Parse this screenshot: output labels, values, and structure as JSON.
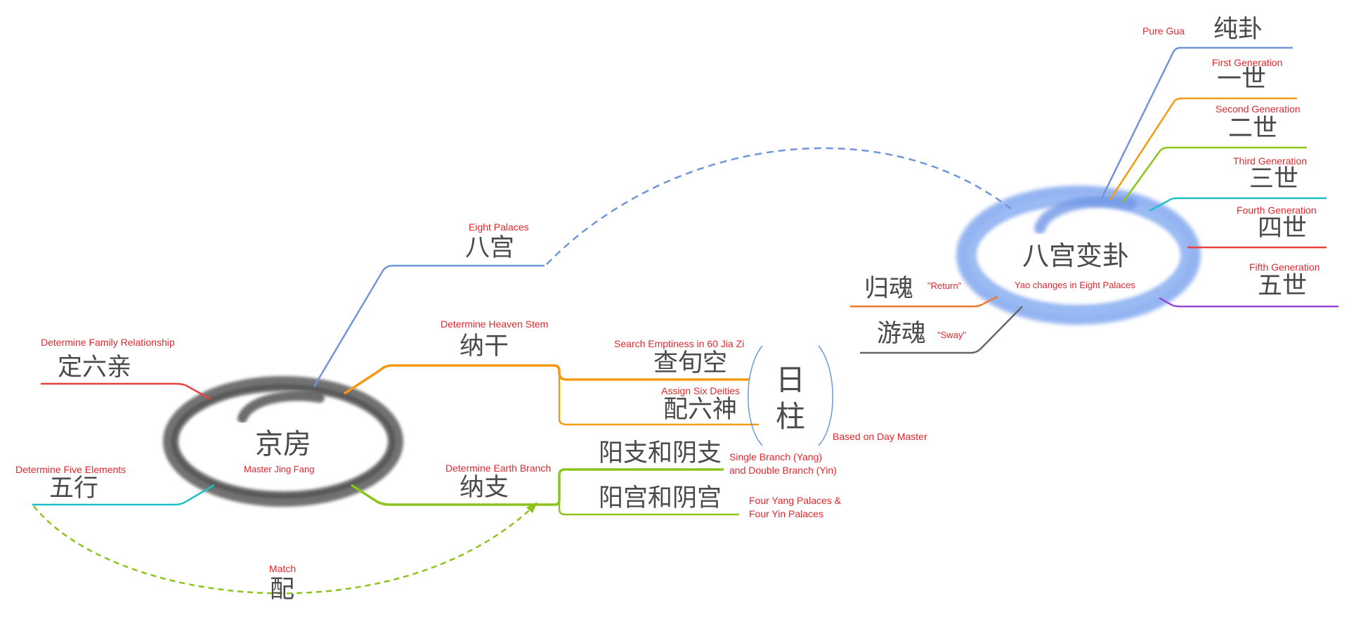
{
  "colors": {
    "blue": "#6f96d8",
    "orange": "#f59a12",
    "green": "#8cc41c",
    "red": "#e8403c",
    "cyan": "#1ec0c8",
    "purple": "#9a48dc",
    "gray": "#666666",
    "dark_orange": "#f0772e",
    "label_red": "#e0282e",
    "text": "#4a4a4a"
  },
  "center_left": {
    "zh": "京房",
    "en": "Master Jing Fang"
  },
  "center_right": {
    "zh": "八宫变卦",
    "en": "Yao changes in Eight Palaces"
  },
  "branches": {
    "eight_palaces": {
      "zh": "八宫",
      "en": "Eight Palaces"
    },
    "heaven_stem": {
      "zh": "纳干",
      "en": "Determine Heaven Stem"
    },
    "earth_branch": {
      "zh": "纳支",
      "en": "Determine Earth Branch"
    },
    "family": {
      "zh": "定六亲",
      "en": "Determine Family Relationship"
    },
    "five_elements": {
      "zh": "五行",
      "en": "Determine Five Elements"
    },
    "match": {
      "zh": "配",
      "en": "Match"
    }
  },
  "heaven_children": {
    "search": {
      "zh": "查旬空",
      "en": "Search Emptiness in 60 Jia Zi"
    },
    "deities": {
      "zh": "配六神",
      "en": "Assign Six Deities"
    }
  },
  "day_pillar": {
    "zh_top": "日",
    "zh_bottom": "柱",
    "en": "Based on Day Master"
  },
  "earth_children": {
    "single_double": {
      "zh": "阳支和阴支",
      "en": "Single Branch (Yang)\nand Double Branch (Yin)"
    },
    "yang_yin": {
      "zh": "阳宫和阴宫",
      "en": "Four Yang Palaces &\nFour Yin Palaces"
    }
  },
  "generations": [
    {
      "zh": "纯卦",
      "en": "Pure Gua"
    },
    {
      "zh": "一世",
      "en": "First Generation"
    },
    {
      "zh": "二世",
      "en": "Second Generation"
    },
    {
      "zh": "三世",
      "en": "Third Generation"
    },
    {
      "zh": "四世",
      "en": "Fourth Generation"
    },
    {
      "zh": "五世",
      "en": "Fifth Generation"
    }
  ],
  "souls": {
    "return": {
      "zh": "归魂",
      "en": "\"Return\""
    },
    "sway": {
      "zh": "游魂",
      "en": "\"Sway\""
    }
  }
}
